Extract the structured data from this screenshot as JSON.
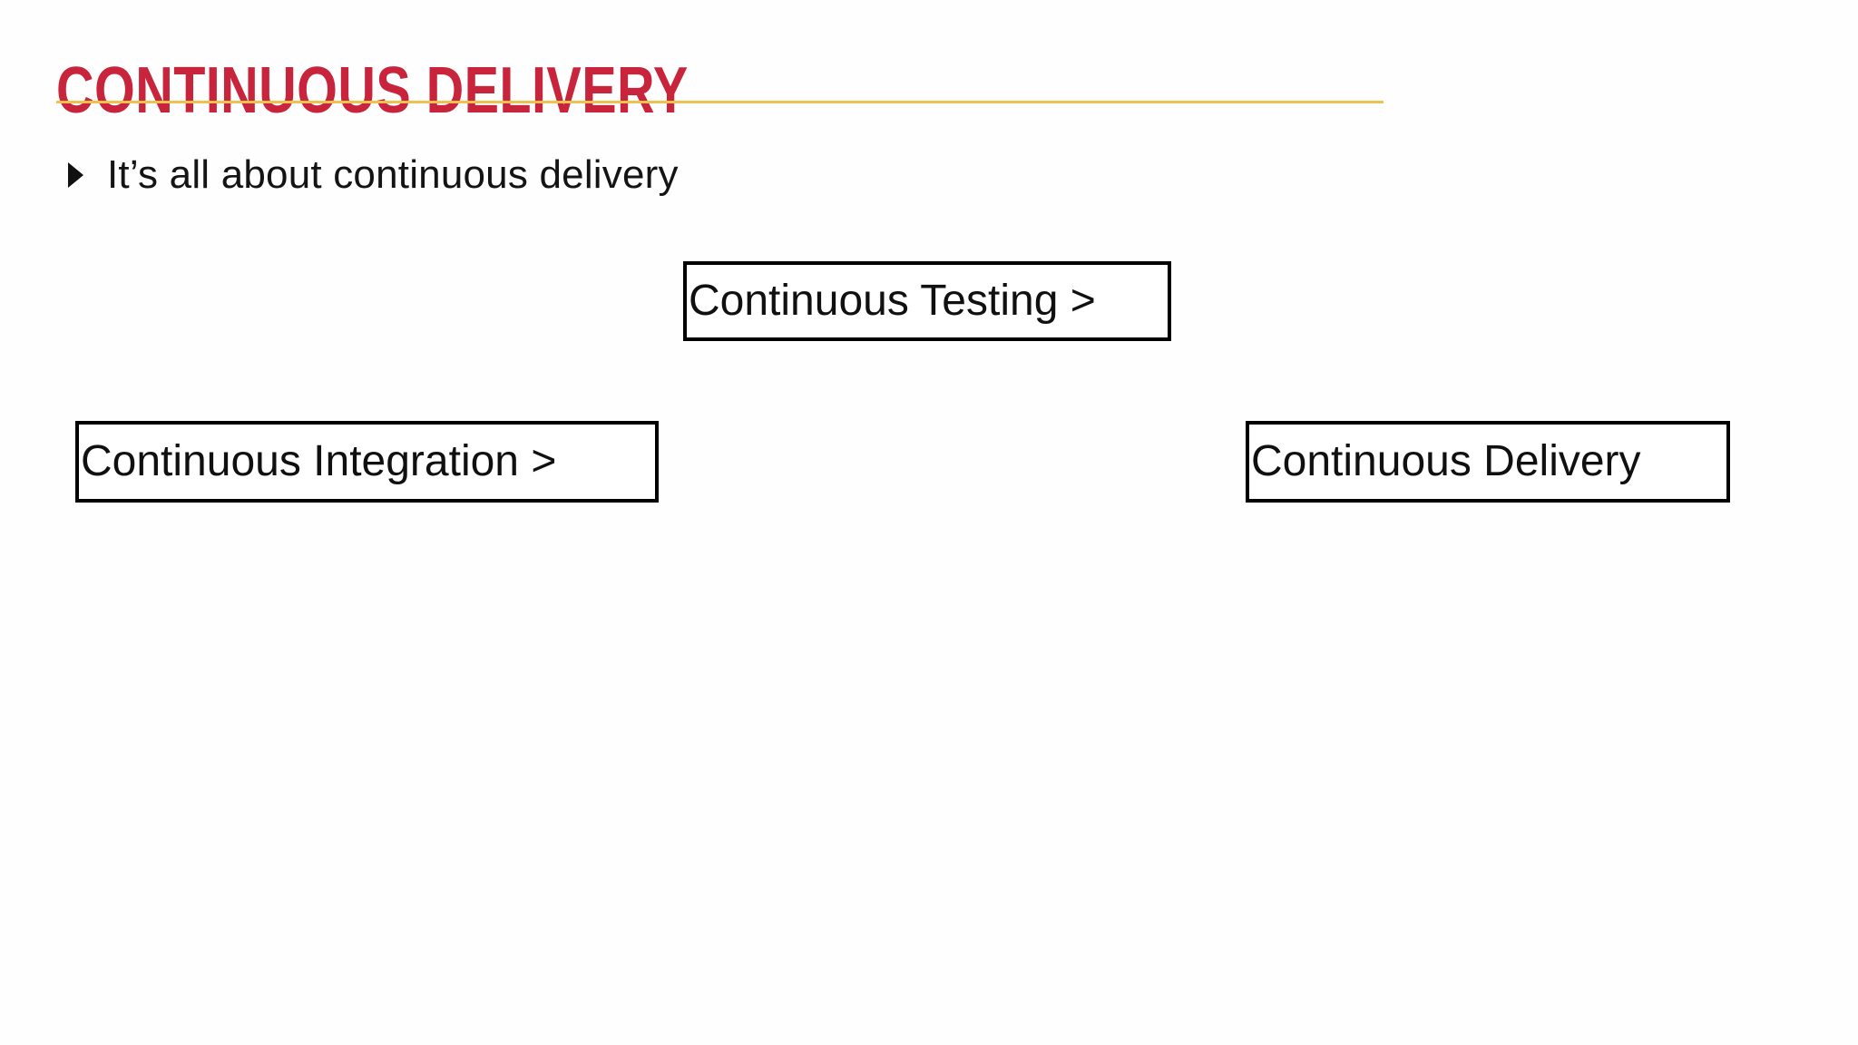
{
  "slide": {
    "title": "Continuous Delivery",
    "accent_color": "#C8253C",
    "rule_color": "#EFC14E",
    "background_color": "#FEFEFE"
  },
  "bullets": [
    {
      "marker": "triangle-right",
      "text": "It’s all about continuous delivery"
    }
  ],
  "diagram": {
    "type": "flow-boxes",
    "boxes": [
      {
        "id": "continuous-testing",
        "label": "Continuous Testing >",
        "border_color": "#000000"
      },
      {
        "id": "continuous-integration",
        "label": "Continuous Integration >",
        "border_color": "#000000"
      },
      {
        "id": "continuous-delivery",
        "label": "Continuous Delivery",
        "border_color": "#000000"
      }
    ]
  }
}
